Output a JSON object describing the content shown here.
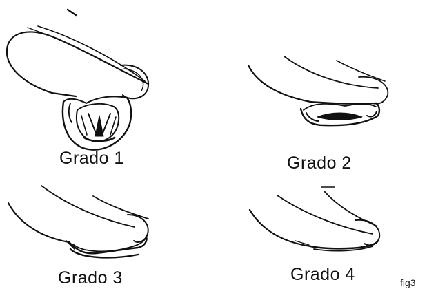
{
  "grades": [
    {
      "label": "Grado 1"
    },
    {
      "label": "Grado 2"
    },
    {
      "label": "Grado 3"
    },
    {
      "label": "Grado 4"
    }
  ],
  "figure_tag": "fig3"
}
